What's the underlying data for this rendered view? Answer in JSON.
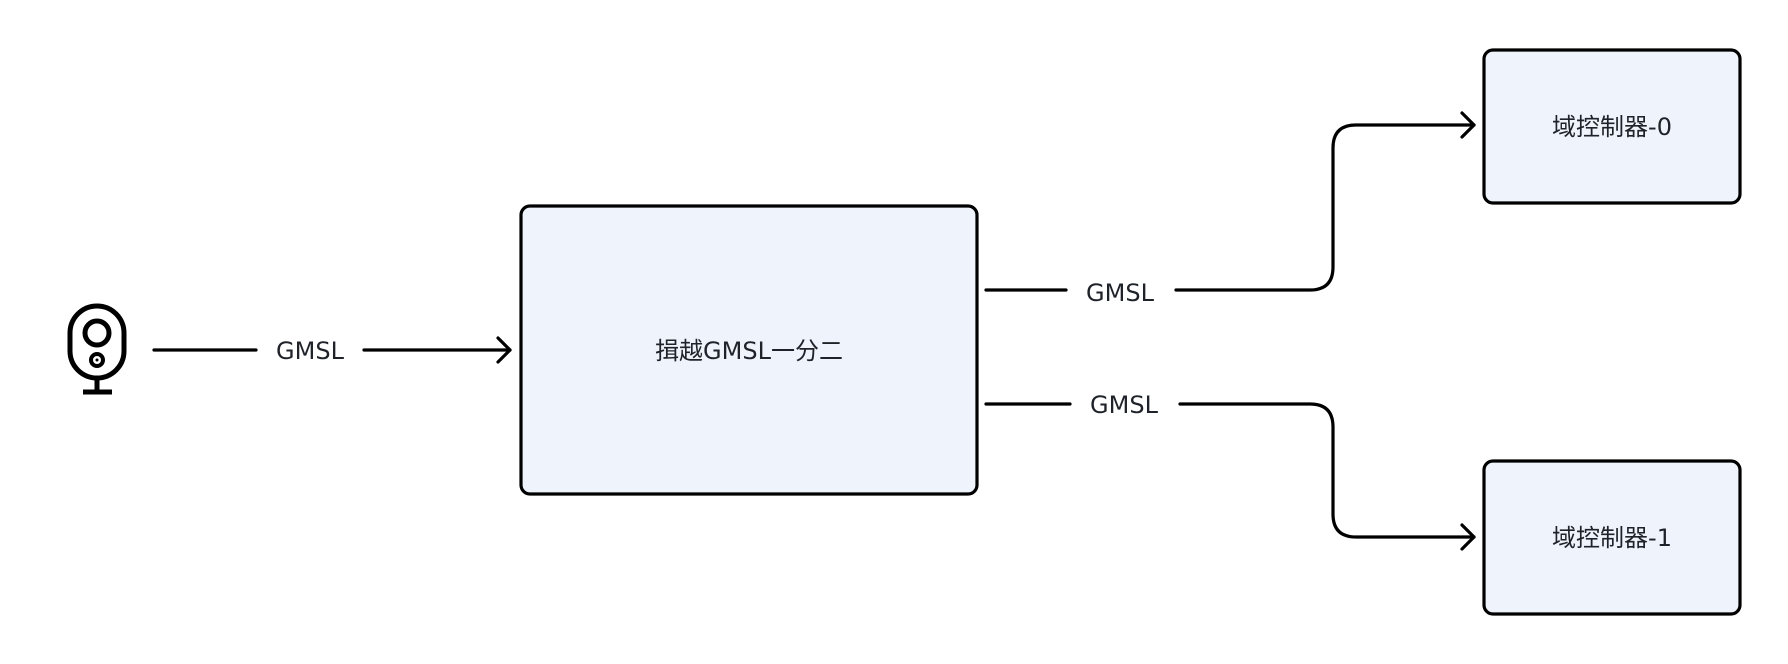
{
  "diagram": {
    "type": "flowchart",
    "colors": {
      "node_fill": "#EEF3FC",
      "stroke": "#000000",
      "text": "#1F2329",
      "background": "#FFFFFF"
    },
    "source": {
      "icon": "camera-icon",
      "label": ""
    },
    "nodes": [
      {
        "id": "splitter",
        "label": "揖越GMSL一分二"
      },
      {
        "id": "dc0",
        "label": "域控制器-0"
      },
      {
        "id": "dc1",
        "label": "域控制器-1"
      }
    ],
    "edges": [
      {
        "from": "camera",
        "to": "splitter",
        "label": "GMSL"
      },
      {
        "from": "splitter",
        "to": "dc0",
        "label": "GMSL"
      },
      {
        "from": "splitter",
        "to": "dc1",
        "label": "GMSL"
      }
    ]
  }
}
